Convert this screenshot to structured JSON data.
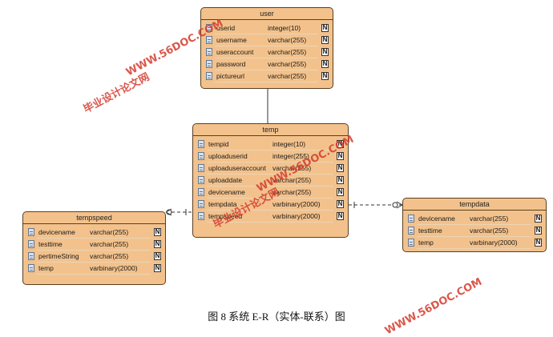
{
  "entities": {
    "user": {
      "title": "user",
      "fields": [
        {
          "name": "userid",
          "type": "integer(10)",
          "nn": "N"
        },
        {
          "name": "username",
          "type": "varchar(255)",
          "nn": "N"
        },
        {
          "name": "useraccount",
          "type": "varchar(255)",
          "nn": "N"
        },
        {
          "name": "password",
          "type": "varchar(255)",
          "nn": "N"
        },
        {
          "name": "pictureurl",
          "type": "varchar(255)",
          "nn": "N"
        }
      ]
    },
    "temp": {
      "title": "temp",
      "fields": [
        {
          "name": "tempid",
          "type": "integer(10)",
          "nn": "N"
        },
        {
          "name": "uploaduserid",
          "type": "integer(255)",
          "nn": "N"
        },
        {
          "name": "uploaduseraccount",
          "type": "varchar(255)",
          "nn": "N"
        },
        {
          "name": "uploaddate",
          "type": "varchar(255)",
          "nn": "N"
        },
        {
          "name": "devicename",
          "type": "varchar(255)",
          "nn": "N"
        },
        {
          "name": "tempdata",
          "type": "varbinary(2000)",
          "nn": "N"
        },
        {
          "name": "tempspeed",
          "type": "varbinary(2000)",
          "nn": "N"
        }
      ]
    },
    "tempspeed": {
      "title": "tempspeed",
      "fields": [
        {
          "name": "devicename",
          "type": "varchar(255)",
          "nn": "N"
        },
        {
          "name": "testtime",
          "type": "varchar(255)",
          "nn": "N"
        },
        {
          "name": "pertimeString",
          "type": "varchar(255)",
          "nn": "N"
        },
        {
          "name": "temp",
          "type": "varbinary(2000)",
          "nn": "N"
        }
      ]
    },
    "tempdata": {
      "title": "tempdata",
      "fields": [
        {
          "name": "devicename",
          "type": "varchar(255)",
          "nn": "N"
        },
        {
          "name": "testtime",
          "type": "varchar(255)",
          "nn": "N"
        },
        {
          "name": "temp",
          "type": "varbinary(2000)",
          "nn": "N"
        }
      ]
    }
  },
  "caption": "图 8  系统 E-R（实体-联系）图",
  "watermarks": {
    "url": "WWW.56DOC.COM",
    "cn": "毕业设计论文网"
  },
  "colors": {
    "entity_fill": "#f3c28c",
    "entity_border": "#5a3f20",
    "watermark": "#d43a2c"
  }
}
